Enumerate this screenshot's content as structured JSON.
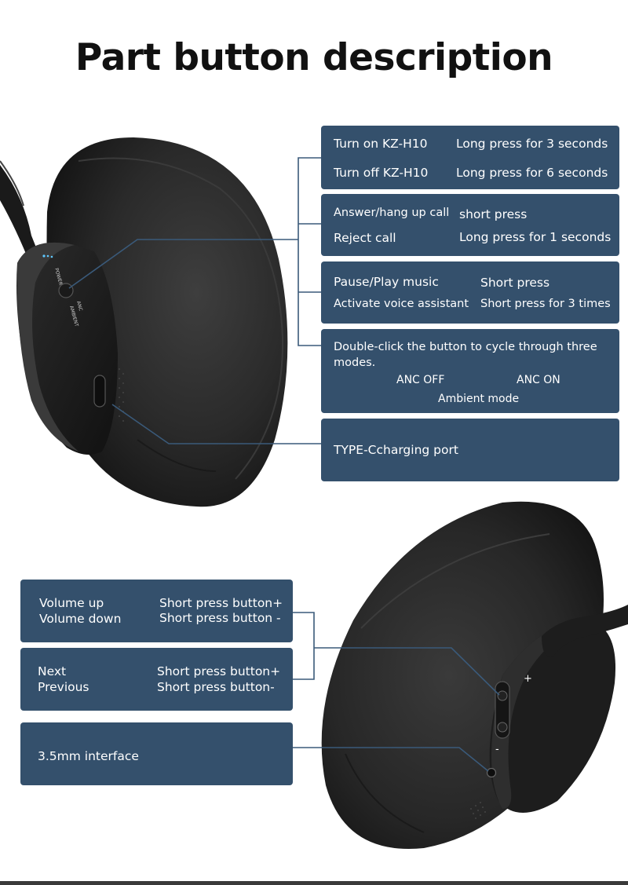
{
  "title": "Part button description",
  "headset_labels": {
    "power": "POWER",
    "anc": "ANC",
    "ambient": "AMBIENT",
    "plus": "+",
    "minus": "-"
  },
  "top_boxes": {
    "power": {
      "rows": [
        {
          "action": "Turn on KZ-H10",
          "operation": "Long press for 3 seconds"
        },
        {
          "action": "Turn off KZ-H10",
          "operation": "Long press for 6 seconds"
        }
      ]
    },
    "call": {
      "rows": [
        {
          "action": "Answer/hang up call",
          "operation": "short press"
        },
        {
          "action": "Reject call",
          "operation": "Long press for 1 seconds"
        }
      ]
    },
    "music": {
      "rows": [
        {
          "action": "Pause/Play music",
          "operation": "Short press"
        },
        {
          "action": "Activate voice assistant",
          "operation": "Short press for 3 times"
        }
      ]
    },
    "anc": {
      "description": "Double-click the button to cycle through three modes.",
      "mode_off": "ANC OFF",
      "mode_on": "ANC ON",
      "mode_ambient": "Ambient mode"
    },
    "charging": {
      "label": "TYPE-Ccharging port"
    }
  },
  "bottom_boxes": {
    "volume": {
      "rows": [
        {
          "action": "Volume up",
          "operation": "Short press button+"
        },
        {
          "action": "Volume down",
          "operation": "Short press button -"
        }
      ]
    },
    "track": {
      "rows": [
        {
          "action": "Next",
          "operation": "Short press button+"
        },
        {
          "action": "Previous",
          "operation": "Short press button-"
        }
      ]
    },
    "aux": {
      "label": "3.5mm interface"
    }
  },
  "colors": {
    "box_bg": "#34506c",
    "line": "#3a5a7a",
    "cushion": "#2b2b2b",
    "cup": "#202020"
  }
}
